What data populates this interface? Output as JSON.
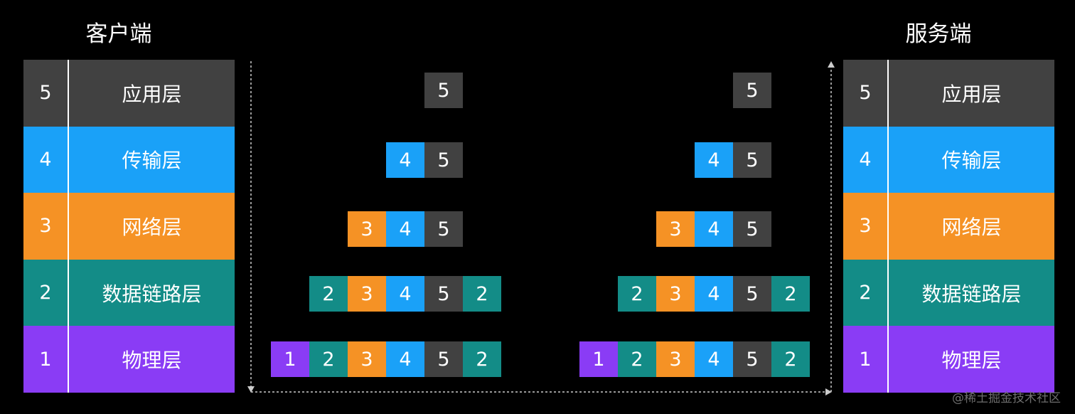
{
  "colors": {
    "5": "#414141",
    "4": "#1aa1f8",
    "3": "#f59225",
    "2": "#138c87",
    "1": "#8a3cf5",
    "background": "#000000",
    "arrow": "#cccccc"
  },
  "client": {
    "title": "客户端",
    "layers": [
      {
        "num": "5",
        "name": "应用层"
      },
      {
        "num": "4",
        "name": "传输层"
      },
      {
        "num": "3",
        "name": "网络层"
      },
      {
        "num": "2",
        "name": "数据链路层"
      },
      {
        "num": "1",
        "name": "物理层"
      }
    ]
  },
  "server": {
    "title": "服务端",
    "layers": [
      {
        "num": "5",
        "name": "应用层"
      },
      {
        "num": "4",
        "name": "传输层"
      },
      {
        "num": "3",
        "name": "网络层"
      },
      {
        "num": "2",
        "name": "数据链路层"
      },
      {
        "num": "1",
        "name": "物理层"
      }
    ]
  },
  "packets": [
    [
      "5"
    ],
    [
      "4",
      "5"
    ],
    [
      "3",
      "4",
      "5"
    ],
    [
      "2",
      "3",
      "4",
      "5",
      "2"
    ],
    [
      "1",
      "2",
      "3",
      "4",
      "5",
      "2"
    ]
  ],
  "watermark": "@稀土掘金技术社区"
}
